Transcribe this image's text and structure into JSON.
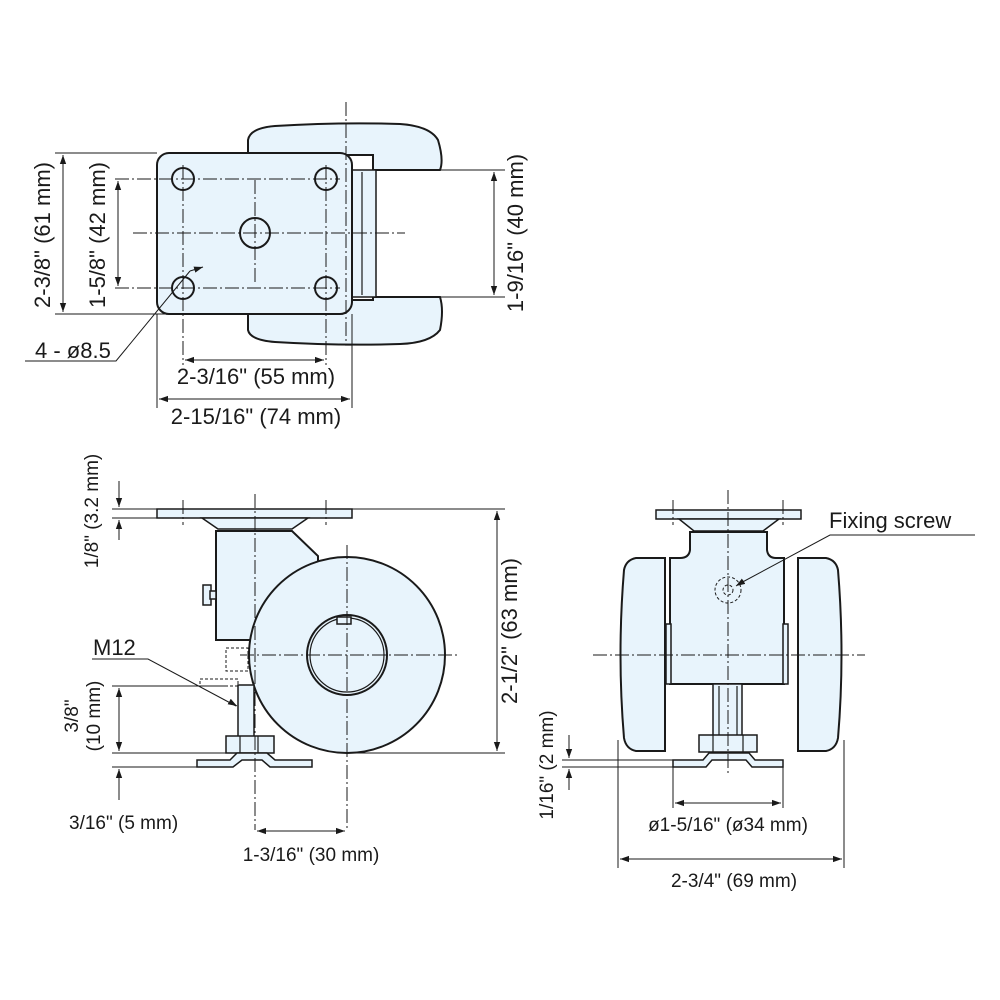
{
  "drawing": {
    "subject": "Leveling foot caster",
    "fill_color": "#e8f4fc",
    "line_color": "#1a1a1a"
  },
  "top_view": {
    "dims": {
      "overall_height": "2-3/8\" (61 mm)",
      "hole_pitch_vertical": "1-5/8\" (42 mm)",
      "slot_width": "1-9/16\" (40 mm)",
      "hole_pitch_horizontal": "2-3/16\" (55 mm)",
      "overall_width": "2-15/16\" (74 mm)",
      "hole_callout": "4 - ø8.5"
    }
  },
  "side_view": {
    "dims": {
      "plate_thickness": "1/8\" (3.2 mm)",
      "overall_height": "2-1/2\" (63 mm)",
      "thread": "M12",
      "leveling_travel": "3/8\"",
      "leveling_travel_mm": "(10 mm)",
      "pad_thickness": "3/16\" (5 mm)",
      "offset": "1-3/16\" (30 mm)"
    }
  },
  "front_view": {
    "labels": {
      "fixing_screw": "Fixing screw"
    },
    "dims": {
      "pad_clearance": "1/16\" (2 mm)",
      "pad_diameter": "ø1-5/16\" (ø34 mm)",
      "overall_width": "2-3/4\" (69 mm)"
    }
  }
}
